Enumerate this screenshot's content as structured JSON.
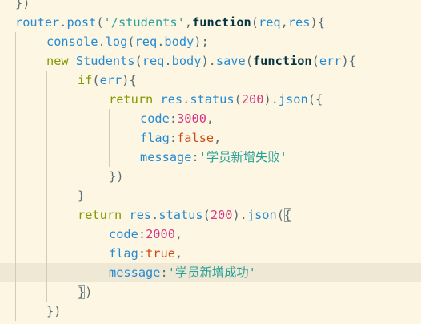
{
  "colors": {
    "background": "#fdf6e3",
    "current_line": "#eee8d5",
    "plain": "#586e75",
    "identifier": "#268bd2",
    "string": "#2aa198",
    "keyword": "#859900",
    "constant": "#cb4b16",
    "number": "#d33682",
    "bold_keyword": "#073642"
  },
  "editor": {
    "current_line_index": 14,
    "lines": [
      {
        "indent": 0,
        "tokens": [
          {
            "t": "})",
            "c": "plain"
          }
        ]
      },
      {
        "indent": 0,
        "tokens": [
          {
            "t": "router",
            "c": "blue"
          },
          {
            "t": ".",
            "c": "plain"
          },
          {
            "t": "post",
            "c": "blue"
          },
          {
            "t": "(",
            "c": "plain"
          },
          {
            "t": "'/students'",
            "c": "teal"
          },
          {
            "t": ",",
            "c": "plain"
          },
          {
            "t": "function",
            "c": "bold"
          },
          {
            "t": "(",
            "c": "plain"
          },
          {
            "t": "req",
            "c": "blue"
          },
          {
            "t": ",",
            "c": "plain"
          },
          {
            "t": "res",
            "c": "blue"
          },
          {
            "t": "){",
            "c": "plain"
          }
        ]
      },
      {
        "indent": 1,
        "tokens": [
          {
            "t": "console",
            "c": "blue"
          },
          {
            "t": ".",
            "c": "plain"
          },
          {
            "t": "log",
            "c": "blue"
          },
          {
            "t": "(",
            "c": "plain"
          },
          {
            "t": "req",
            "c": "blue"
          },
          {
            "t": ".",
            "c": "plain"
          },
          {
            "t": "body",
            "c": "blue"
          },
          {
            "t": ");",
            "c": "plain"
          }
        ]
      },
      {
        "indent": 1,
        "tokens": [
          {
            "t": "new",
            "c": "green"
          },
          {
            "t": " ",
            "c": "plain"
          },
          {
            "t": "Students",
            "c": "blue"
          },
          {
            "t": "(",
            "c": "plain"
          },
          {
            "t": "req",
            "c": "blue"
          },
          {
            "t": ".",
            "c": "plain"
          },
          {
            "t": "body",
            "c": "blue"
          },
          {
            "t": ").",
            "c": "plain"
          },
          {
            "t": "save",
            "c": "blue"
          },
          {
            "t": "(",
            "c": "plain"
          },
          {
            "t": "function",
            "c": "bold"
          },
          {
            "t": "(",
            "c": "plain"
          },
          {
            "t": "err",
            "c": "blue"
          },
          {
            "t": "){",
            "c": "plain"
          }
        ]
      },
      {
        "indent": 2,
        "tokens": [
          {
            "t": "if",
            "c": "green"
          },
          {
            "t": "(",
            "c": "plain"
          },
          {
            "t": "err",
            "c": "blue"
          },
          {
            "t": "){",
            "c": "plain"
          }
        ]
      },
      {
        "indent": 3,
        "tokens": [
          {
            "t": "return",
            "c": "green"
          },
          {
            "t": " ",
            "c": "plain"
          },
          {
            "t": "res",
            "c": "blue"
          },
          {
            "t": ".",
            "c": "plain"
          },
          {
            "t": "status",
            "c": "blue"
          },
          {
            "t": "(",
            "c": "plain"
          },
          {
            "t": "200",
            "c": "magenta"
          },
          {
            "t": ").",
            "c": "plain"
          },
          {
            "t": "json",
            "c": "blue"
          },
          {
            "t": "({",
            "c": "plain"
          }
        ]
      },
      {
        "indent": 4,
        "tokens": [
          {
            "t": "code",
            "c": "blue"
          },
          {
            "t": ":",
            "c": "plain"
          },
          {
            "t": "3000",
            "c": "magenta"
          },
          {
            "t": ",",
            "c": "plain"
          }
        ]
      },
      {
        "indent": 4,
        "tokens": [
          {
            "t": "flag",
            "c": "blue"
          },
          {
            "t": ":",
            "c": "plain"
          },
          {
            "t": "false",
            "c": "orange"
          },
          {
            "t": ",",
            "c": "plain"
          }
        ]
      },
      {
        "indent": 4,
        "tokens": [
          {
            "t": "message",
            "c": "blue"
          },
          {
            "t": ":",
            "c": "plain"
          },
          {
            "t": "'学员新增失败'",
            "c": "teal"
          }
        ]
      },
      {
        "indent": 3,
        "tokens": [
          {
            "t": "})",
            "c": "plain"
          }
        ]
      },
      {
        "indent": 2,
        "tokens": [
          {
            "t": "}",
            "c": "plain"
          }
        ]
      },
      {
        "indent": 2,
        "tokens": [
          {
            "t": "return",
            "c": "green"
          },
          {
            "t": " ",
            "c": "plain"
          },
          {
            "t": "res",
            "c": "blue"
          },
          {
            "t": ".",
            "c": "plain"
          },
          {
            "t": "status",
            "c": "blue"
          },
          {
            "t": "(",
            "c": "plain"
          },
          {
            "t": "200",
            "c": "magenta"
          },
          {
            "t": ").",
            "c": "plain"
          },
          {
            "t": "json",
            "c": "blue"
          },
          {
            "t": "(",
            "c": "plain"
          },
          {
            "t": "{",
            "c": "plain",
            "box": true
          }
        ]
      },
      {
        "indent": 3,
        "tokens": [
          {
            "t": "code",
            "c": "blue"
          },
          {
            "t": ":",
            "c": "plain"
          },
          {
            "t": "2000",
            "c": "magenta"
          },
          {
            "t": ",",
            "c": "plain"
          }
        ]
      },
      {
        "indent": 3,
        "tokens": [
          {
            "t": "flag",
            "c": "blue"
          },
          {
            "t": ":",
            "c": "plain"
          },
          {
            "t": "true",
            "c": "orange"
          },
          {
            "t": ",",
            "c": "plain"
          }
        ]
      },
      {
        "indent": 3,
        "tokens": [
          {
            "t": "message",
            "c": "blue"
          },
          {
            "t": ":",
            "c": "plain"
          },
          {
            "t": "'学员新增成功'",
            "c": "teal"
          }
        ]
      },
      {
        "indent": 2,
        "tokens": [
          {
            "t": "}",
            "c": "plain",
            "box": true
          },
          {
            "t": ")",
            "c": "plain"
          }
        ]
      },
      {
        "indent": 1,
        "tokens": [
          {
            "t": "})",
            "c": "plain"
          }
        ]
      },
      {
        "indent": 0,
        "tokens": [
          {
            "t": "})",
            "c": "plain"
          }
        ]
      }
    ]
  }
}
